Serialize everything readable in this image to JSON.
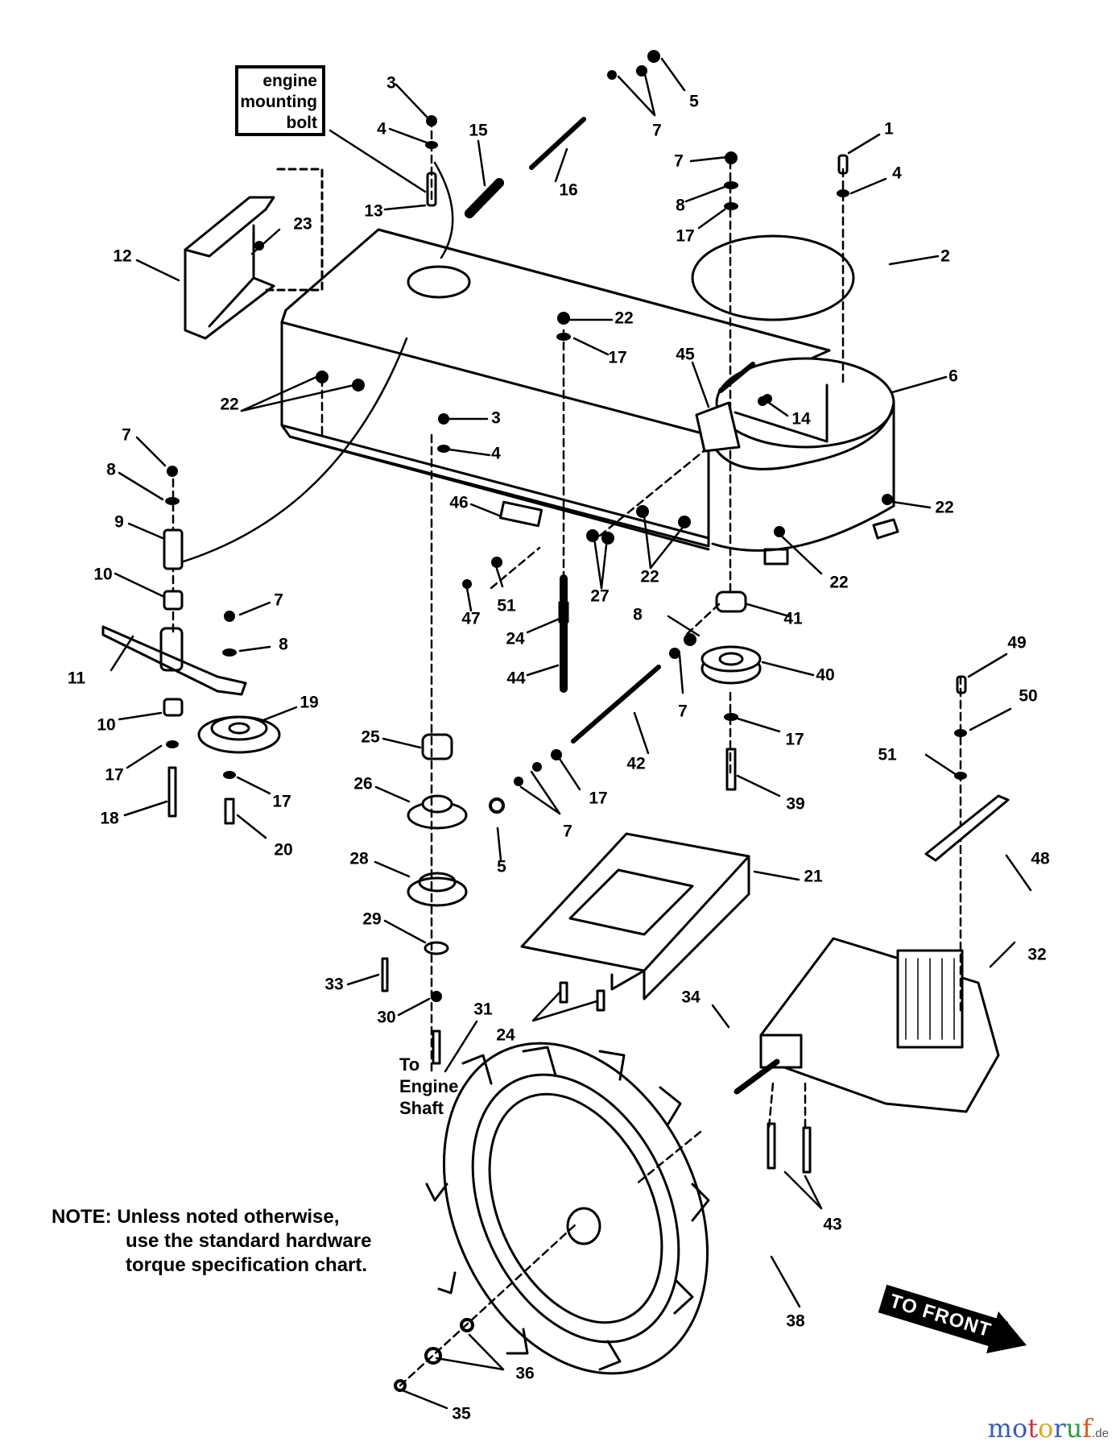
{
  "diagram": {
    "title_box": {
      "lines": [
        "engine",
        "mounting",
        "bolt"
      ]
    },
    "note": {
      "lines": [
        "NOTE: Unless noted otherwise,",
        "use the standard hardware",
        "torque specification chart."
      ]
    },
    "engine_shaft_label": [
      "To",
      "Engine",
      "Shaft"
    ],
    "direction_label": "TO FRONT",
    "watermark": {
      "letters": [
        "m",
        "o",
        "t",
        "o",
        "r",
        "u",
        "f"
      ],
      "colors": [
        "#3a5fb0",
        "#3a5fb0",
        "#d0303a",
        "#e7a21c",
        "#3a5fb0",
        "#2e9a44",
        "#e05a1c"
      ],
      "suffix": ".de"
    },
    "callouts": [
      {
        "id": "c1",
        "label": "1"
      },
      {
        "id": "c2",
        "label": "2"
      },
      {
        "id": "c3a",
        "label": "3"
      },
      {
        "id": "c3b",
        "label": "3"
      },
      {
        "id": "c4a",
        "label": "4"
      },
      {
        "id": "c4b",
        "label": "4"
      },
      {
        "id": "c4c",
        "label": "4"
      },
      {
        "id": "c5a",
        "label": "5"
      },
      {
        "id": "c5b",
        "label": "5"
      },
      {
        "id": "c6",
        "label": "6"
      },
      {
        "id": "c7a",
        "label": "7"
      },
      {
        "id": "c7b",
        "label": "7"
      },
      {
        "id": "c7c",
        "label": "7"
      },
      {
        "id": "c7d",
        "label": "7"
      },
      {
        "id": "c7e",
        "label": "7"
      },
      {
        "id": "c7f",
        "label": "7"
      },
      {
        "id": "c8a",
        "label": "8"
      },
      {
        "id": "c8b",
        "label": "8"
      },
      {
        "id": "c8c",
        "label": "8"
      },
      {
        "id": "c8d",
        "label": "8"
      },
      {
        "id": "c9",
        "label": "9"
      },
      {
        "id": "c10a",
        "label": "10"
      },
      {
        "id": "c10b",
        "label": "10"
      },
      {
        "id": "c11",
        "label": "11"
      },
      {
        "id": "c12",
        "label": "12"
      },
      {
        "id": "c13",
        "label": "13"
      },
      {
        "id": "c14",
        "label": "14"
      },
      {
        "id": "c15",
        "label": "15"
      },
      {
        "id": "c16",
        "label": "16"
      },
      {
        "id": "c17a",
        "label": "17"
      },
      {
        "id": "c17b",
        "label": "17"
      },
      {
        "id": "c17c",
        "label": "17"
      },
      {
        "id": "c17d",
        "label": "17"
      },
      {
        "id": "c17e",
        "label": "17"
      },
      {
        "id": "c17f",
        "label": "17"
      },
      {
        "id": "c18",
        "label": "18"
      },
      {
        "id": "c19",
        "label": "19"
      },
      {
        "id": "c20",
        "label": "20"
      },
      {
        "id": "c21",
        "label": "21"
      },
      {
        "id": "c22a",
        "label": "22"
      },
      {
        "id": "c22b",
        "label": "22"
      },
      {
        "id": "c22c",
        "label": "22"
      },
      {
        "id": "c22d",
        "label": "22"
      },
      {
        "id": "c22e",
        "label": "22"
      },
      {
        "id": "c23",
        "label": "23"
      },
      {
        "id": "c24a",
        "label": "24"
      },
      {
        "id": "c24b",
        "label": "24"
      },
      {
        "id": "c25",
        "label": "25"
      },
      {
        "id": "c26",
        "label": "26"
      },
      {
        "id": "c27",
        "label": "27"
      },
      {
        "id": "c28",
        "label": "28"
      },
      {
        "id": "c29",
        "label": "29"
      },
      {
        "id": "c30",
        "label": "30"
      },
      {
        "id": "c31",
        "label": "31"
      },
      {
        "id": "c32",
        "label": "32"
      },
      {
        "id": "c33",
        "label": "33"
      },
      {
        "id": "c34",
        "label": "34"
      },
      {
        "id": "c35",
        "label": "35"
      },
      {
        "id": "c36",
        "label": "36"
      },
      {
        "id": "c38",
        "label": "38"
      },
      {
        "id": "c39",
        "label": "39"
      },
      {
        "id": "c40",
        "label": "40"
      },
      {
        "id": "c41",
        "label": "41"
      },
      {
        "id": "c42",
        "label": "42"
      },
      {
        "id": "c43",
        "label": "43"
      },
      {
        "id": "c44",
        "label": "44"
      },
      {
        "id": "c45",
        "label": "45"
      },
      {
        "id": "c46",
        "label": "46"
      },
      {
        "id": "c47",
        "label": "47"
      },
      {
        "id": "c48",
        "label": "48"
      },
      {
        "id": "c49",
        "label": "49"
      },
      {
        "id": "c50",
        "label": "50"
      },
      {
        "id": "c51a",
        "label": "51"
      },
      {
        "id": "c51b",
        "label": "51"
      }
    ]
  }
}
